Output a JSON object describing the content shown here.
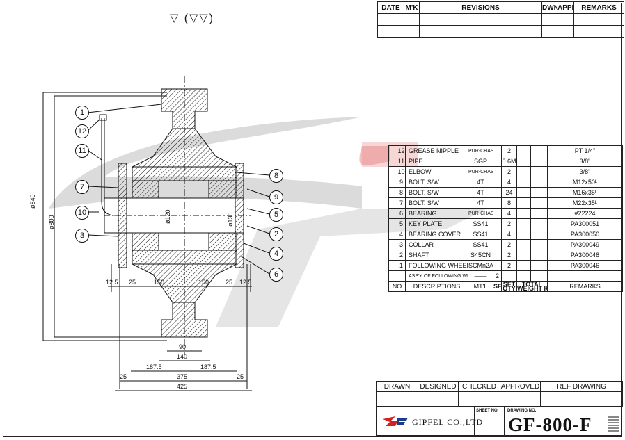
{
  "surface_symbol": "▽ (▽▽)",
  "revisions": {
    "headers": [
      "DATE",
      "M'K",
      "REVISIONS",
      "DWN",
      "APPR",
      "REMARKS"
    ]
  },
  "callouts": [
    "1",
    "12",
    "11",
    "7",
    "10",
    "3",
    "8",
    "9",
    "5",
    "2",
    "4",
    "6"
  ],
  "dimensions": {
    "phi840": "ø840",
    "phi800": "ø800",
    "phi120": "ø120",
    "phi135": "ø135",
    "bottom_row": [
      "12.5",
      "25",
      "150",
      "150",
      "25",
      "12.5"
    ],
    "d90": "90",
    "d140": "140",
    "d187_left": "187.5",
    "d187_right": "187.5",
    "d25_left": "25",
    "d375": "375",
    "d25_right": "25",
    "d425": "425"
  },
  "bom": {
    "rows": [
      {
        "no": "12",
        "desc": "GREASE NIPPLE",
        "mtl": "PUR-CHASE",
        "set": "",
        "qty": "2",
        "weight": "",
        "total": "",
        "remarks": "PT 1/4\""
      },
      {
        "no": "11",
        "desc": "PIPE",
        "mtl": "SGP",
        "set": "",
        "qty": "0.6M",
        "weight": "",
        "total": "",
        "remarks": "3/8\""
      },
      {
        "no": "10",
        "desc": "ELBOW",
        "mtl": "PUR-CHASE",
        "set": "",
        "qty": "2",
        "weight": "",
        "total": "",
        "remarks": "3/8\""
      },
      {
        "no": "9",
        "desc": "BOLT. S/W",
        "mtl": "4T",
        "set": "",
        "qty": "4",
        "weight": "",
        "total": "",
        "remarks": "M12x50ᴸ"
      },
      {
        "no": "8",
        "desc": "BOLT. S/W",
        "mtl": "4T",
        "set": "",
        "qty": "24",
        "weight": "",
        "total": "",
        "remarks": "M16x35ᴸ"
      },
      {
        "no": "7",
        "desc": "BOLT. S/W",
        "mtl": "4T",
        "set": "",
        "qty": "8",
        "weight": "",
        "total": "",
        "remarks": "M22x35ᴸ"
      },
      {
        "no": "6",
        "desc": "BEARING",
        "mtl": "PUR-CHASE",
        "set": "",
        "qty": "4",
        "weight": "",
        "total": "",
        "remarks": "#22224"
      },
      {
        "no": "5",
        "desc": "KEY PLATE",
        "mtl": "SS41",
        "set": "",
        "qty": "2",
        "weight": "",
        "total": "",
        "remarks": "PA300051"
      },
      {
        "no": "4",
        "desc": "BEARING COVER",
        "mtl": "SS41",
        "set": "",
        "qty": "4",
        "weight": "",
        "total": "",
        "remarks": "PA300050"
      },
      {
        "no": "3",
        "desc": "COLLAR",
        "mtl": "SS41",
        "set": "",
        "qty": "2",
        "weight": "",
        "total": "",
        "remarks": "PA300049"
      },
      {
        "no": "2",
        "desc": "SHAFT",
        "mtl": "S45CN",
        "set": "",
        "qty": "2",
        "weight": "",
        "total": "",
        "remarks": "PA300048"
      },
      {
        "no": "1",
        "desc": "FOLLOWING WHEEL",
        "mtl": "SCMn2A",
        "set": "",
        "qty": "2",
        "weight": "",
        "total": "",
        "remarks": "PA300046"
      }
    ],
    "assy_label": "ASS'Y OF FOLLOWING WHEEL",
    "assy_mtl": "——",
    "assy_qty": "2",
    "header": {
      "no": "NO",
      "descriptions": "DESCRIPTIONS",
      "mtl": "MT'L",
      "set": "SET",
      "qty": "QTY",
      "set2": "SET",
      "total": "TOTAL",
      "weight": "WEIGHT KG",
      "remarks": "REMARKS"
    }
  },
  "title_block": {
    "headers": [
      "DRAWN",
      "DESIGNED",
      "CHECKED",
      "APPROVED",
      "REF DRAWING"
    ],
    "sheet_no_label": "SHEET NO.",
    "drawing_no_label": "DRAWING NO.",
    "company": "GIPFEL CO.,LTD",
    "drawing_no": "GF-800-F"
  },
  "colors": {
    "watermark_grey": "#cfcfcf",
    "watermark_red": "#e88a8a",
    "line": "#111111"
  }
}
